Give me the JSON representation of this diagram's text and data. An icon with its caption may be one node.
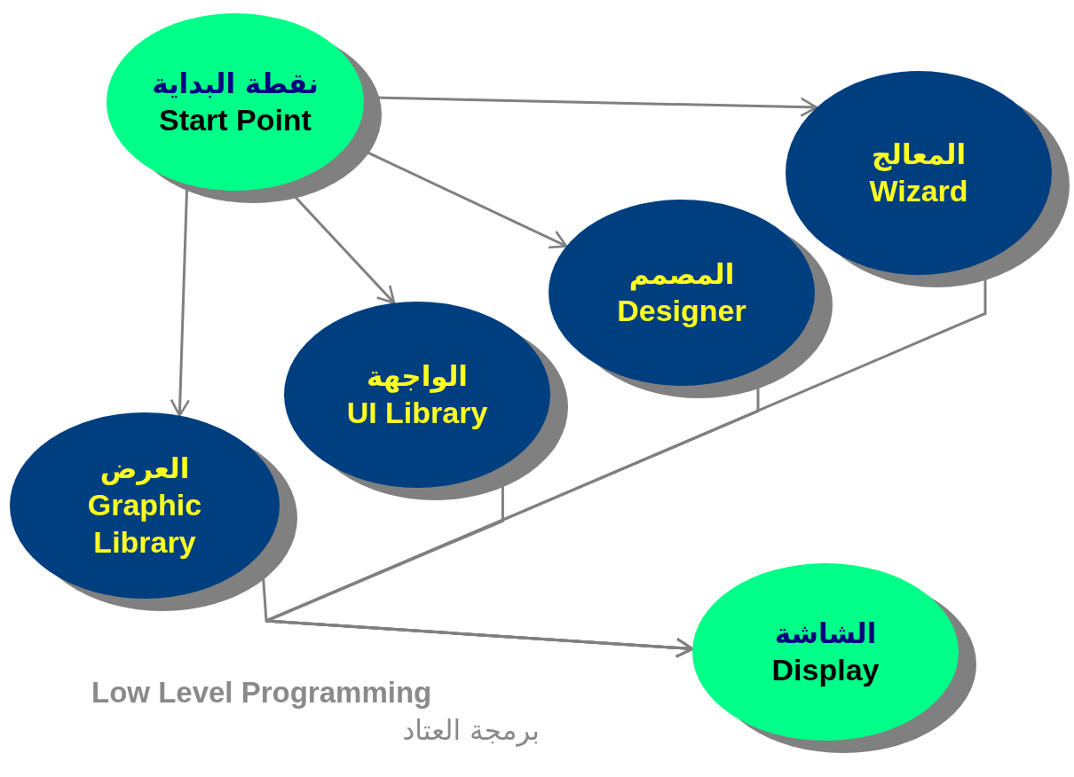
{
  "diagram": {
    "nodes": [
      {
        "text": [
          "نقطة البداية",
          "Start Point"
        ]
      },
      {
        "text": [
          "المعالج",
          "Wizard"
        ]
      },
      {
        "text": [
          "المصمم",
          "Designer"
        ]
      },
      {
        "text": [
          "الواجهة",
          "UI Library"
        ]
      },
      {
        "text": [
          "العرض",
          "Graphic Library"
        ]
      },
      {
        "text": [
          "الشاشة",
          "Display"
        ]
      }
    ],
    "edges": [
      {
        "from": 0,
        "to": 1,
        "arrow": "to"
      },
      {
        "from": 0,
        "to": 2,
        "arrow": "to"
      },
      {
        "from": 0,
        "to": 3,
        "arrow": "to"
      },
      {
        "from": 0,
        "to": 4,
        "arrow": "to"
      },
      {
        "from": 1,
        "to": 5,
        "arrow": "to"
      },
      {
        "from": 2,
        "to": 5,
        "arrow": "to"
      },
      {
        "from": 3,
        "to": 5,
        "arrow": "to"
      },
      {
        "from": 4,
        "to": 5,
        "arrow": "to"
      }
    ],
    "labels": [
      "Low Level Programming",
      "برمجة العتاد"
    ]
  }
}
